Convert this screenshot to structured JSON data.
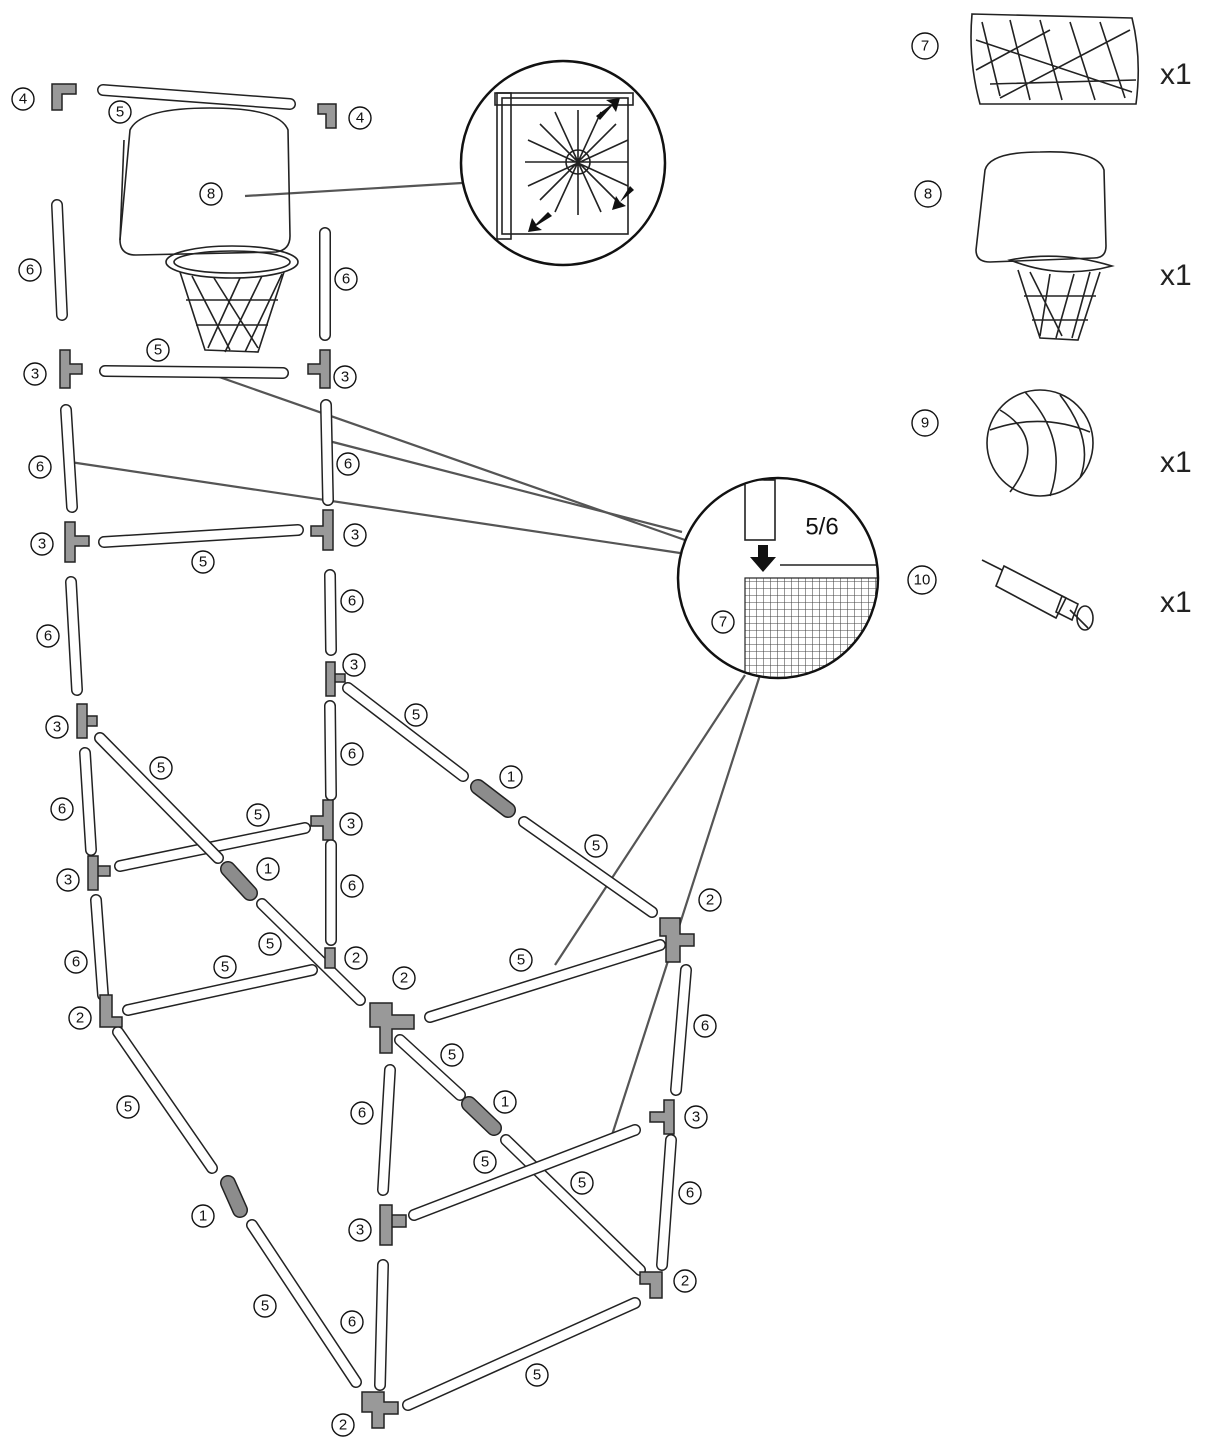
{
  "parts": [
    {
      "number": "7",
      "quantity": "x1",
      "icon": "net-icon"
    },
    {
      "number": "8",
      "quantity": "x1",
      "icon": "backboard-hoop-icon"
    },
    {
      "number": "9",
      "quantity": "x1",
      "icon": "basketball-icon"
    },
    {
      "number": "10",
      "quantity": "x1",
      "icon": "pump-icon"
    }
  ],
  "detail_net": {
    "label_tube": "5/6",
    "label_net": "7"
  },
  "labels": {
    "backboard": "8",
    "connector_corner": "4",
    "connector_tee": "3",
    "connector_elbow": "2",
    "coupler": "1",
    "tube_long": "5",
    "tube_short": "6"
  },
  "colors": {
    "connector": "#999999",
    "coupler": "#8c8c8c",
    "line": "#222222"
  }
}
